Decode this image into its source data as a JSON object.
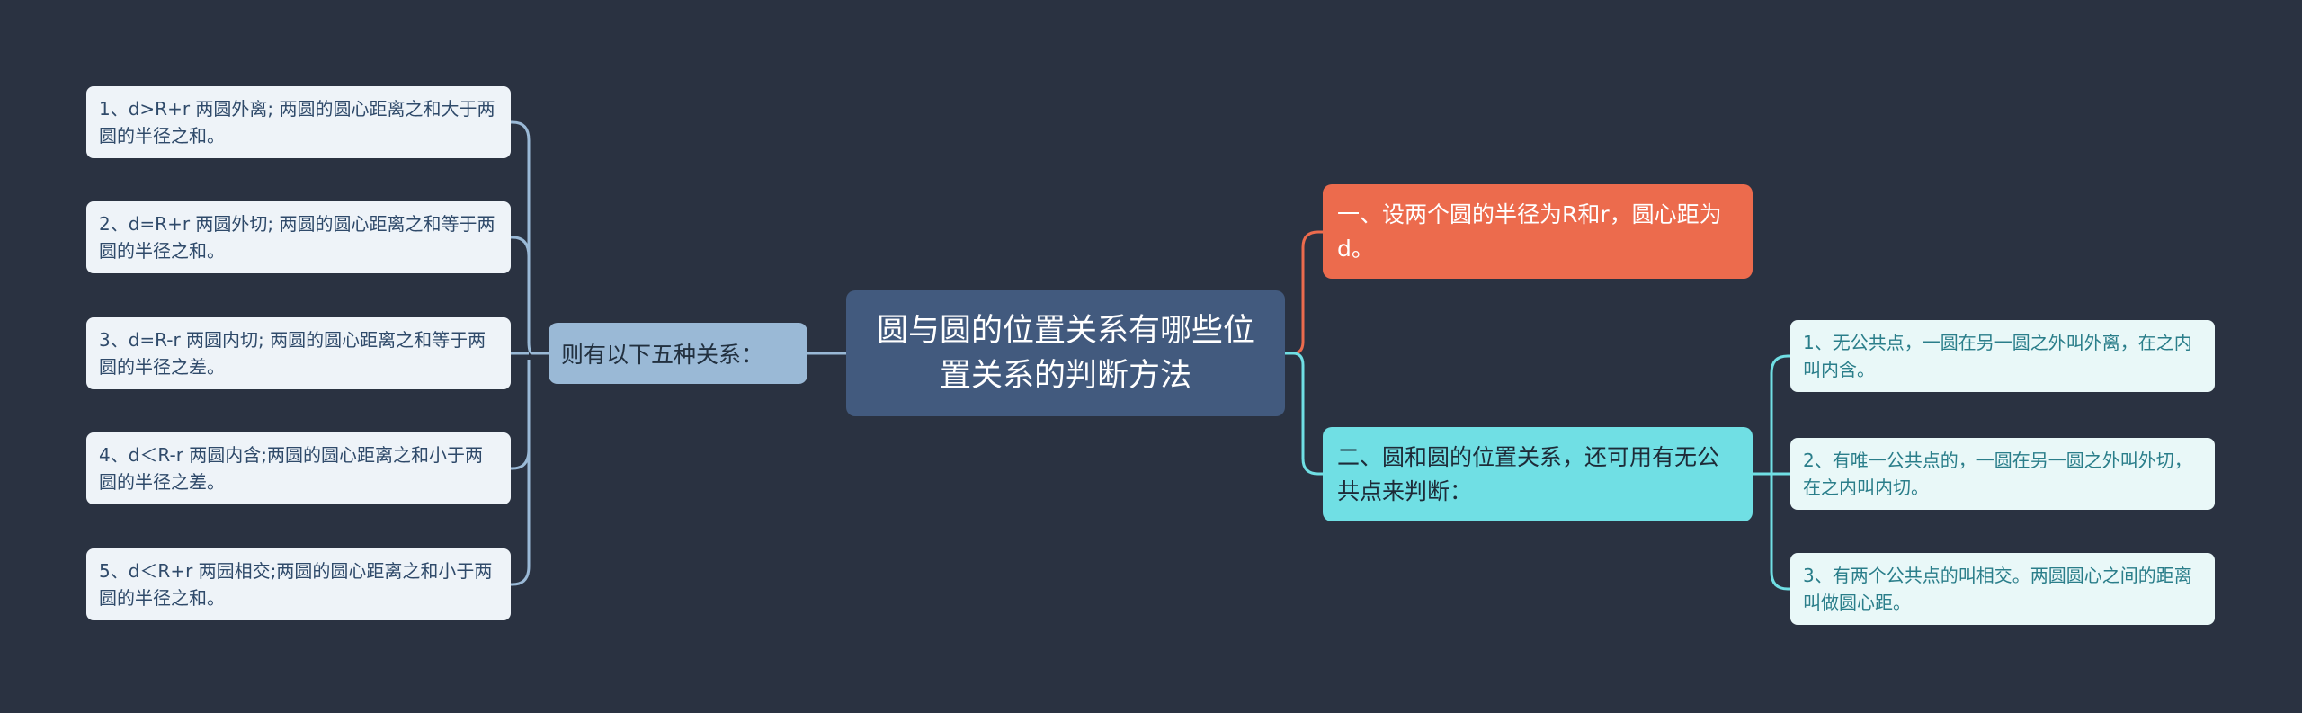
{
  "mindmap": {
    "central": {
      "label": "圆与圆的位置关系有哪些位置关系的判断方法"
    },
    "left_branch": {
      "label": "则有以下五种关系：",
      "children": [
        {
          "label": "1、d>R+r 两圆外离; 两圆的圆心距离之和大于两圆的半径之和。"
        },
        {
          "label": "2、d=R+r 两圆外切; 两圆的圆心距离之和等于两圆的半径之和。"
        },
        {
          "label": "3、d=R-r 两圆内切; 两圆的圆心距离之和等于两圆的半径之差。"
        },
        {
          "label": "4、d＜R-r 两圆内含;两圆的圆心距离之和小于两圆的半径之差。"
        },
        {
          "label": "5、d＜R+r 两园相交;两圆的圆心距离之和小于两圆的半径之和。"
        }
      ]
    },
    "right_branches": [
      {
        "label": "一、设两个圆的半径为R和r，圆心距为d。",
        "children": []
      },
      {
        "label": "二、圆和圆的位置关系，还可用有无公共点来判断：",
        "children": [
          {
            "label": "1、无公共点，一圆在另一圆之外叫外离，在之内叫内含。"
          },
          {
            "label": "2、有唯一公共点的，一圆在另一圆之外叫外切，在之内叫内切。"
          },
          {
            "label": "3、有两个公共点的叫相交。两圆圆心之间的距离叫做圆心距。"
          }
        ]
      }
    ],
    "colors": {
      "background": "#2a3241",
      "central": "#425a7e",
      "left_branch": "#9ab9d6",
      "right_orange": "#ec6b4d",
      "right_cyan": "#70dfe4",
      "left_connector": "#9ab9d6",
      "orange_connector": "#ec6b4d",
      "cyan_connector": "#70dfe4"
    }
  }
}
